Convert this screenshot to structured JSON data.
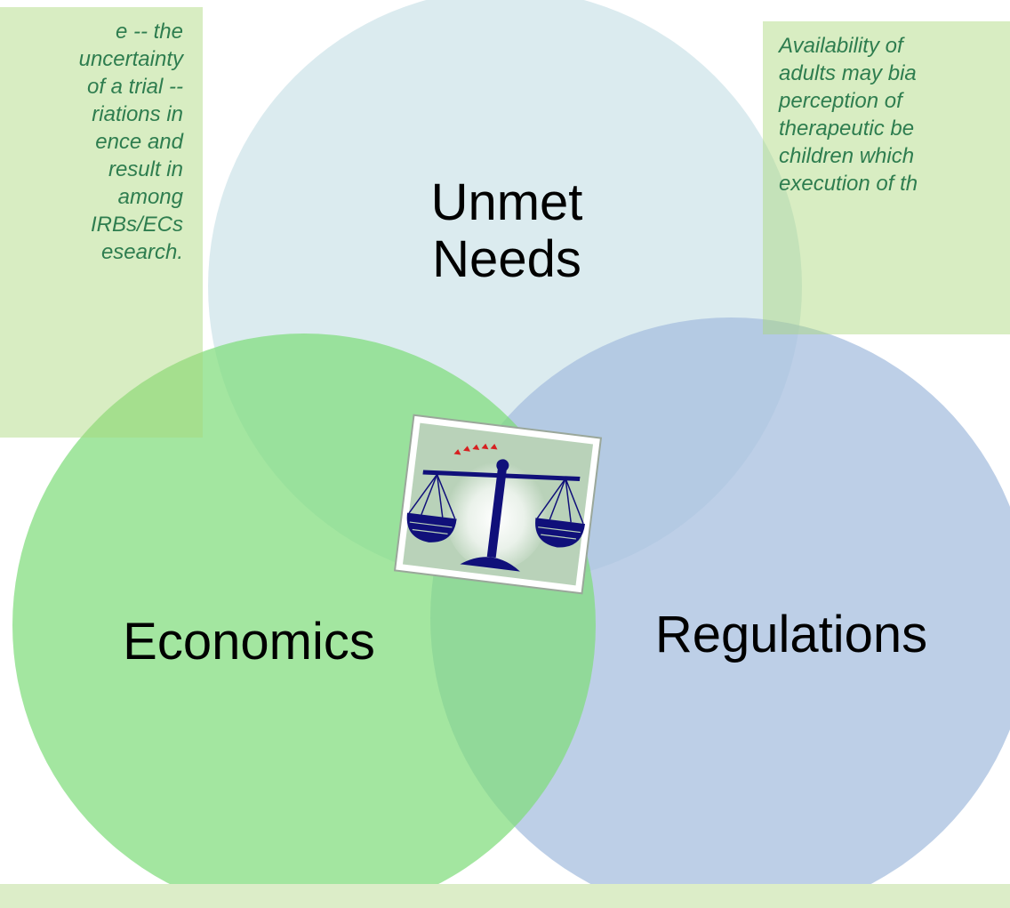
{
  "diagram": {
    "circles": [
      {
        "id": "unmet-needs",
        "label_lines": [
          "Unmet",
          "Needs"
        ],
        "color": "#cfe4ea"
      },
      {
        "id": "economics",
        "label_lines": [
          "Economics"
        ],
        "color": "#7fdc7c"
      },
      {
        "id": "regulations",
        "label_lines": [
          "Regulations"
        ],
        "color": "#a7bfdf"
      }
    ],
    "center_icon": "scales-of-justice-icon"
  },
  "notes": {
    "left_lines": [
      "e -- the",
      "uncertainty",
      "of a trial --",
      "riations in",
      "ence and",
      "result in",
      "among",
      "IRBs/ECs",
      "esearch."
    ],
    "right_lines": [
      "Availability of",
      "adults may bia",
      "perception of",
      "therapeutic be",
      "children which",
      "execution of th"
    ]
  },
  "colors": {
    "note_text": "#2e7d4f",
    "note_background": "#c8e6a8",
    "scale_blue": "#10107a",
    "picture_frame": "#b9d2b9"
  }
}
